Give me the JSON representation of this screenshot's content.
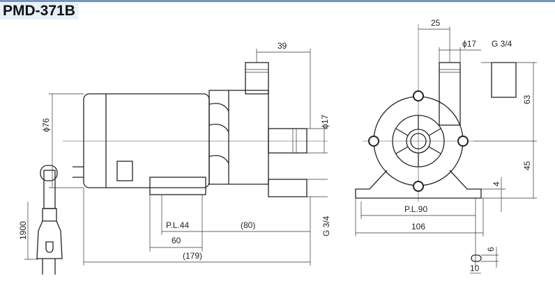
{
  "title": "PMD-371B",
  "dimensions": {
    "top_39": "39",
    "phi76": "ϕ76",
    "phi17_side": "ϕ17",
    "g34_side": "G 3/4",
    "pl44": "P.L.44",
    "d80": "(80)",
    "d60": "60",
    "d179": "(179)",
    "cord1900": "1900",
    "top_25": "25",
    "phi17_front": "ϕ17",
    "g34_front": "G 3/4",
    "d63": "63",
    "d45": "45",
    "d4": "4",
    "pl90": "P.L.90",
    "d106": "106",
    "d6": "6",
    "d10": "10"
  }
}
